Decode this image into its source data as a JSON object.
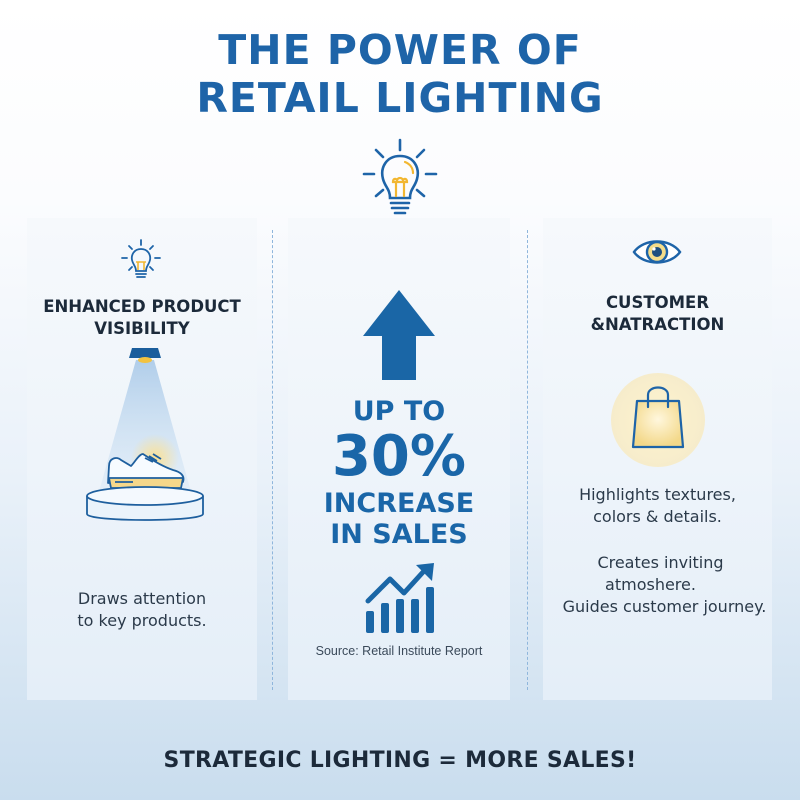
{
  "header": {
    "title_line1": "THE POWER OF",
    "title_line2": "RETAIL LIGHTING",
    "icon": "lightbulb-icon"
  },
  "panels": [
    {
      "id": "visibility",
      "icon": "lightbulb-icon",
      "heading_line1": "ENHANCED PRODUCT",
      "heading_line2": "VISIBILITY",
      "illustration": "spotlight-on-shoe-pedestal",
      "body_line1": "Draws attention",
      "body_line2": "to key products."
    },
    {
      "id": "sales",
      "icon": "arrow-up-icon",
      "stat_prefix": "UP TO",
      "stat_value": "30%",
      "stat_line1": "INCREASE",
      "stat_line2": "IN SALES",
      "chart_icon": "bar-chart-trend-icon",
      "source": "Source: Retail Institute Report"
    },
    {
      "id": "attraction",
      "icon": "eye-icon",
      "heading_line1": "CUSTOMER",
      "heading_line2": "&NATRACTION",
      "illustration": "shopping-bag-icon",
      "body_line1": "Highlights textures,",
      "body_line2": "colors & details.",
      "body_line3": "Creates inviting",
      "body_line4": "atmoshere.",
      "body_line5": "Guides customer journey."
    }
  ],
  "footer": {
    "tagline": "STRATEGIC LIGHTING = MORE SALES!"
  },
  "colors": {
    "primary_blue": "#1e64a8",
    "dark_text": "#1c2a3a",
    "accent_yellow": "#f2c240",
    "panel_bg": "#eef4fa"
  }
}
